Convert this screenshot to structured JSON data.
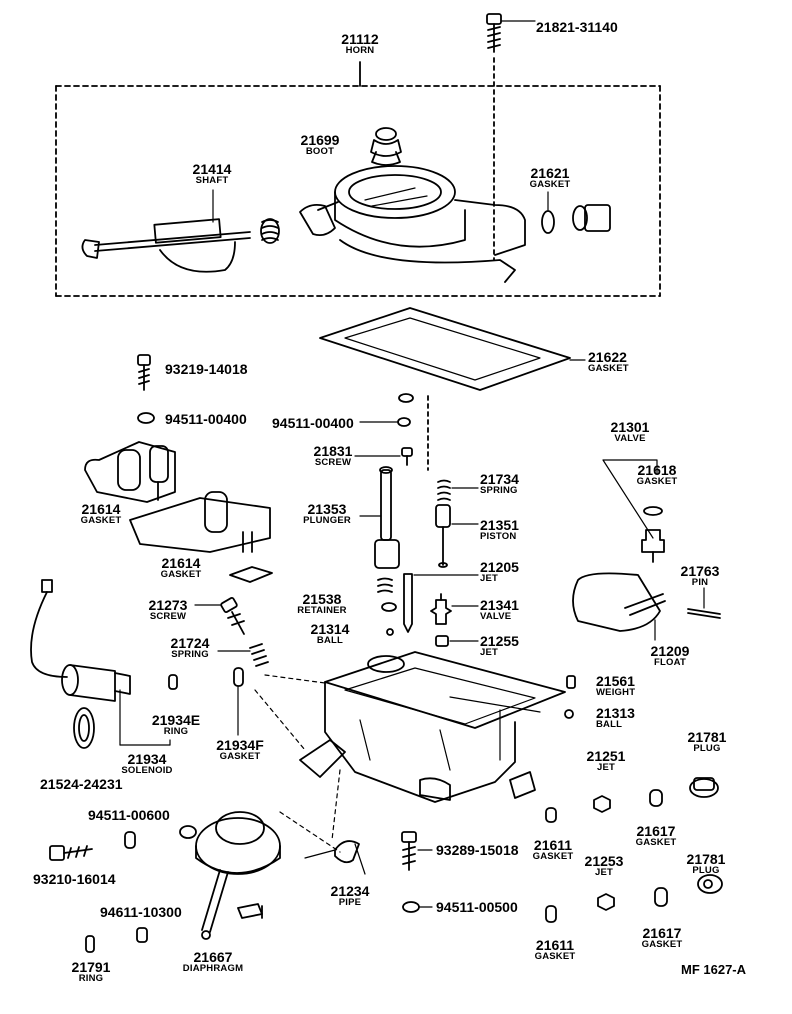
{
  "parts": [
    {
      "number": "21112",
      "name": "HORN"
    },
    {
      "number": "21821-31140",
      "name": ""
    },
    {
      "number": "21699",
      "name": "BOOT"
    },
    {
      "number": "21414",
      "name": "SHAFT"
    },
    {
      "number": "21621",
      "name": "GASKET"
    },
    {
      "number": "21622",
      "name": "GASKET"
    },
    {
      "number": "93219-14018",
      "name": ""
    },
    {
      "number": "94511-00400",
      "name": ""
    },
    {
      "number": "94511-00400",
      "name": ""
    },
    {
      "number": "21831",
      "name": "SCREW"
    },
    {
      "number": "21301",
      "name": "VALVE"
    },
    {
      "number": "21618",
      "name": "GASKET"
    },
    {
      "number": "21734",
      "name": "SPRING"
    },
    {
      "number": "21614",
      "name": "GASKET"
    },
    {
      "number": "21353",
      "name": "PLUNGER"
    },
    {
      "number": "21351",
      "name": "PISTON"
    },
    {
      "number": "21614",
      "name": "GASKET"
    },
    {
      "number": "21205",
      "name": "JET"
    },
    {
      "number": "21763",
      "name": "PIN"
    },
    {
      "number": "21538",
      "name": "RETAINER"
    },
    {
      "number": "21341",
      "name": "VALVE"
    },
    {
      "number": "21273",
      "name": "SCREW"
    },
    {
      "number": "21314",
      "name": "BALL"
    },
    {
      "number": "21724",
      "name": "SPRING"
    },
    {
      "number": "21255",
      "name": "JET"
    },
    {
      "number": "21209",
      "name": "FLOAT"
    },
    {
      "number": "21561",
      "name": "WEIGHT"
    },
    {
      "number": "21313",
      "name": "BALL"
    },
    {
      "number": "21934E",
      "name": "RING"
    },
    {
      "number": "21934F",
      "name": "GASKET"
    },
    {
      "number": "21781",
      "name": "PLUG"
    },
    {
      "number": "21934",
      "name": "SOLENOID"
    },
    {
      "number": "21251",
      "name": "JET"
    },
    {
      "number": "21524-24231",
      "name": ""
    },
    {
      "number": "94511-00600",
      "name": ""
    },
    {
      "number": "21611",
      "name": "GASKET"
    },
    {
      "number": "21617",
      "name": "GASKET"
    },
    {
      "number": "93289-15018",
      "name": ""
    },
    {
      "number": "21253",
      "name": "JET"
    },
    {
      "number": "21781",
      "name": "PLUG"
    },
    {
      "number": "93210-16014",
      "name": ""
    },
    {
      "number": "21234",
      "name": "PIPE"
    },
    {
      "number": "94511-00500",
      "name": ""
    },
    {
      "number": "94611-10300",
      "name": ""
    },
    {
      "number": "21617",
      "name": "GASKET"
    },
    {
      "number": "21611",
      "name": "GASKET"
    },
    {
      "number": "21667",
      "name": "DIAPHRAGM"
    },
    {
      "number": "21791",
      "name": "RING"
    }
  ],
  "footer": "MF 1627-A"
}
